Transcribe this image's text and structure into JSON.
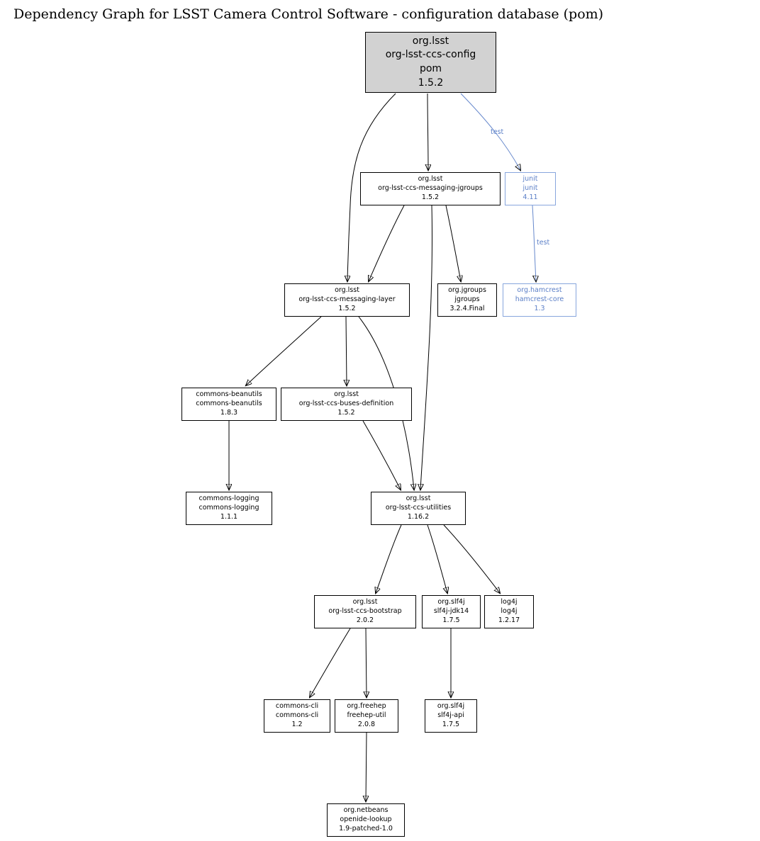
{
  "title": "Dependency Graph for LSST Camera Control Software - configuration database (pom)",
  "colors": {
    "root_node_bg": "#d2d2d2",
    "node_border": "#000000",
    "test_scope_blue": "#5b7fc7"
  },
  "edge_labels": {
    "config_junit": "test",
    "junit_hamcrest": "test"
  },
  "nodes": {
    "config": {
      "lines": [
        "org.lsst",
        "org-lsst-ccs-config",
        "pom",
        "1.5.2"
      ]
    },
    "messaging_jgroups": {
      "lines": [
        "org.lsst",
        "org-lsst-ccs-messaging-jgroups",
        "1.5.2"
      ]
    },
    "junit": {
      "lines": [
        "junit",
        "junit",
        "4.11"
      ]
    },
    "messaging_layer": {
      "lines": [
        "org.lsst",
        "org-lsst-ccs-messaging-layer",
        "1.5.2"
      ]
    },
    "jgroups": {
      "lines": [
        "org.jgroups",
        "jgroups",
        "3.2.4.Final"
      ]
    },
    "hamcrest": {
      "lines": [
        "org.hamcrest",
        "hamcrest-core",
        "1.3"
      ]
    },
    "commons_beanutils": {
      "lines": [
        "commons-beanutils",
        "commons-beanutils",
        "1.8.3"
      ]
    },
    "buses_definition": {
      "lines": [
        "org.lsst",
        "org-lsst-ccs-buses-definition",
        "1.5.2"
      ]
    },
    "commons_logging": {
      "lines": [
        "commons-logging",
        "commons-logging",
        "1.1.1"
      ]
    },
    "utilities": {
      "lines": [
        "org.lsst",
        "org-lsst-ccs-utilities",
        "1.16.2"
      ]
    },
    "bootstrap": {
      "lines": [
        "org.lsst",
        "org-lsst-ccs-bootstrap",
        "2.0.2"
      ]
    },
    "slf4j_jdk14": {
      "lines": [
        "org.slf4j",
        "slf4j-jdk14",
        "1.7.5"
      ]
    },
    "log4j": {
      "lines": [
        "log4j",
        "log4j",
        "1.2.17"
      ]
    },
    "commons_cli": {
      "lines": [
        "commons-cli",
        "commons-cli",
        "1.2"
      ]
    },
    "freehep_util": {
      "lines": [
        "org.freehep",
        "freehep-util",
        "2.0.8"
      ]
    },
    "slf4j_api": {
      "lines": [
        "org.slf4j",
        "slf4j-api",
        "1.7.5"
      ]
    },
    "openide_lookup": {
      "lines": [
        "org.netbeans",
        "openide-lookup",
        "1.9-patched-1.0"
      ]
    }
  }
}
